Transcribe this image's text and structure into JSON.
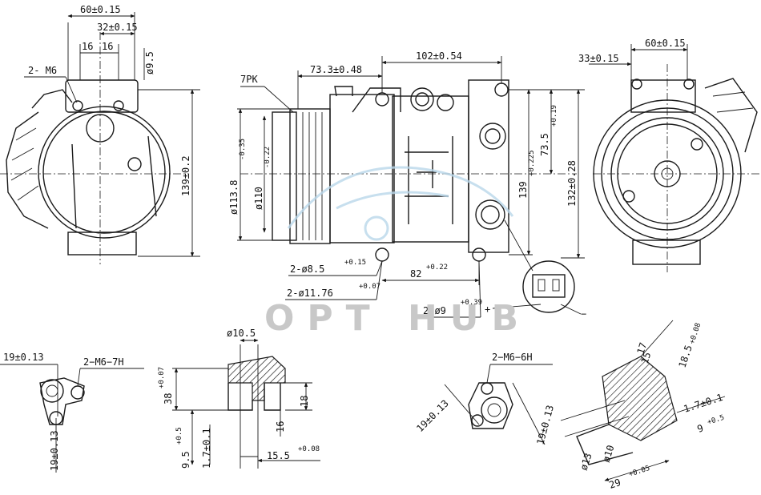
{
  "labels": {
    "tl_60": "60±0.15",
    "tl_32": "32±0.15",
    "tl_16a": "16",
    "tl_16b": "16",
    "tl_m6": "2- M6",
    "tl_d95": "ø9.5",
    "tl_139": "139±0.2",
    "c_7pk": "7PK",
    "c_733": "73.3±0.48",
    "c_102": "102±0.54",
    "c_d1138": "ø113.8",
    "c_d1138_tol": "-0.35",
    "c_d110": "ø110",
    "c_d110_tol": "-0.22",
    "c_139": "139",
    "c_139_tol": "+0.225",
    "c_735": "73.5",
    "c_735_tol": "+0.19",
    "c_132": "132±0.28",
    "c_hole85": "2-ø8.5",
    "c_hole85_tol": "+0.15",
    "c_hole1176": "2-ø11.76",
    "c_hole1176_tol": "+0.07",
    "c_82": "82",
    "c_82_tol": "+0.22",
    "c_hole9": "2-ø9",
    "c_hole9_tol": "+0.39",
    "plus": "+",
    "minus": "−",
    "r_33": "33±0.15",
    "r_60": "60±0.15",
    "bl_19": "19±0.13",
    "bl_m6": "2−M6−7H",
    "bl_19v": "19±0.13",
    "bm_d105": "ø10.5",
    "bm_38": "38",
    "bm_38_tol": "+0.07",
    "bm_95": "9.5",
    "bm_95_tol": "+0.5",
    "bm_17": "1.7±0.1",
    "bm_16": "16",
    "bm_18": "18",
    "bm_155": "15.5",
    "bm_155_tol": "+0.08",
    "br_m6": "2−M6−6H",
    "br_19a": "19±0.13",
    "br_19b": "19±0.13",
    "fr_185": "18.5",
    "fr_185_tol": "+0.08",
    "fr_17": "17",
    "fr_15": "15",
    "fr_17b": "1.7±0.1",
    "fr_9": "9",
    "fr_9_tol": "+0.5",
    "fr_d13": "ø13",
    "fr_d10": "ø10",
    "fr_29": "29",
    "fr_29_tol": "+0.05",
    "watermark": "OPT HUB"
  }
}
